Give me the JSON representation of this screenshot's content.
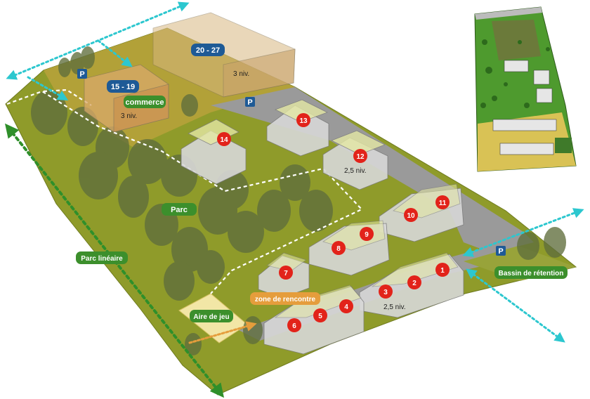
{
  "labels": {
    "building_15_19": "15 - 19",
    "building_20_27": "20 - 27",
    "commerce": "commerce",
    "levels_3_a": "3 niv.",
    "levels_3_b": "3 niv.",
    "levels_2_5_a": "2,5 niv.",
    "levels_2_5_b": "2,5 niv.",
    "parc": "Parc",
    "parc_lineaire": "Parc linéaire",
    "bassin": "Bassin de rétention",
    "zone_rencontre": "zone de rencontre",
    "aire_de_jeu": "Aire de jeu",
    "parking": "P"
  },
  "house_numbers": [
    "1",
    "2",
    "3",
    "4",
    "5",
    "6",
    "7",
    "8",
    "9",
    "10",
    "11",
    "12",
    "13",
    "14"
  ],
  "colors": {
    "ground": "#8f9b2a",
    "road": "#9a9a9a",
    "commerce_green": "#3c8f2c",
    "label_green": "#3c8f2c",
    "label_blue": "#1e5a96",
    "label_orange": "#e59d3c",
    "house_marker": "#e2231a",
    "arrow_cyan": "#2cc7cf",
    "arrow_green": "#2f8f2a"
  }
}
